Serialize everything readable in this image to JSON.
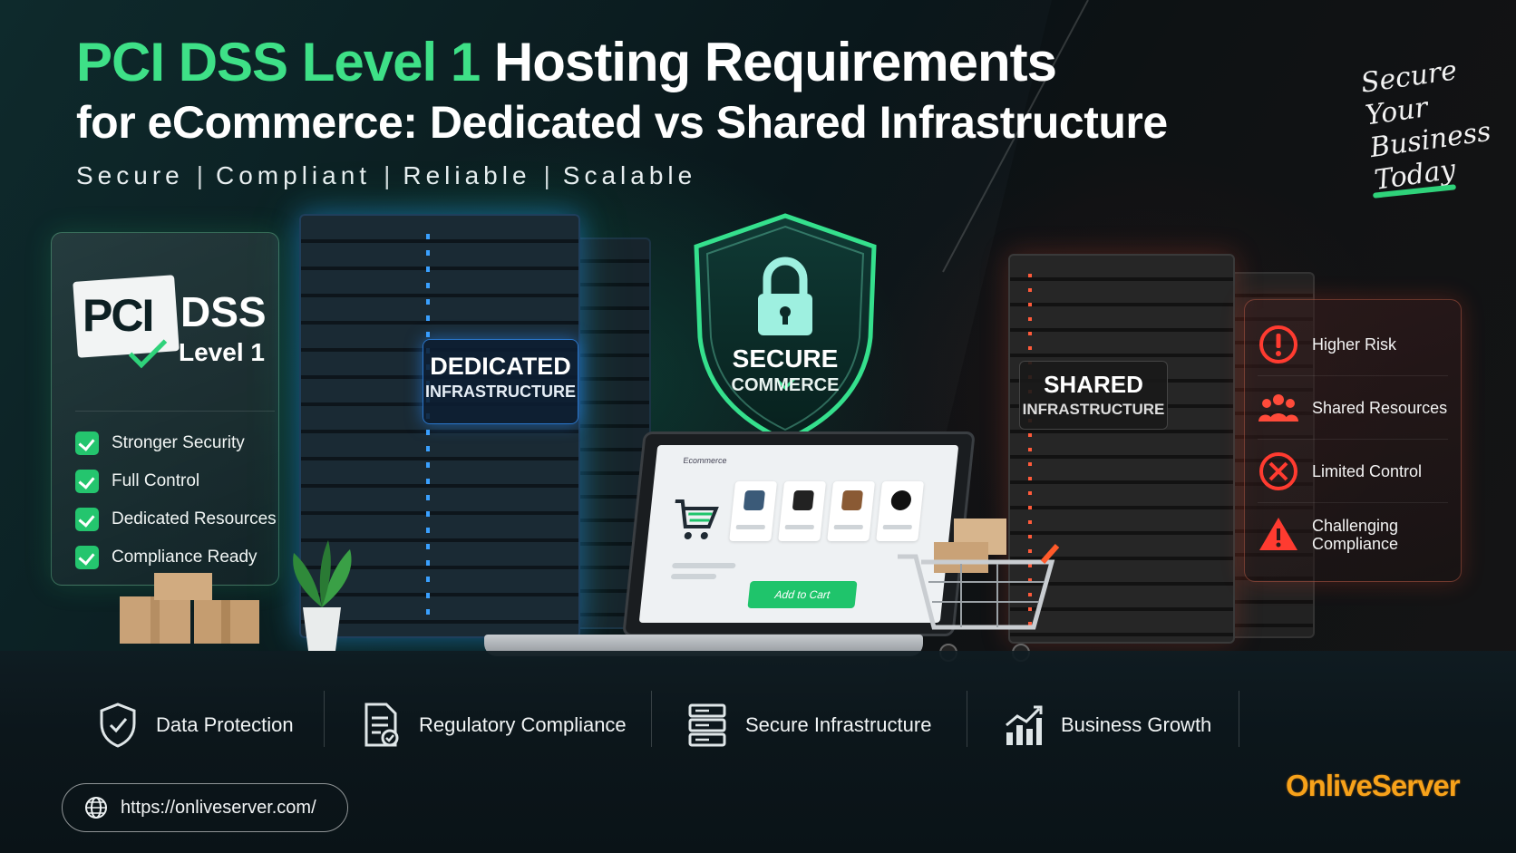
{
  "header": {
    "title_highlight": "PCI DSS Level 1",
    "title_rest": "Hosting Requirements",
    "subtitle": "for eCommerce: Dedicated vs Shared Infrastructure",
    "taglines": [
      "Secure",
      "Compliant",
      "Reliable",
      "Scalable"
    ],
    "separator": "|"
  },
  "note": {
    "lines": [
      "Secure",
      "Your",
      "Business",
      "Today"
    ]
  },
  "pci_panel": {
    "logo_pci": "PCI",
    "logo_dss": "DSS",
    "logo_level": "Level 1",
    "items": [
      "Stronger Security",
      "Full Control",
      "Dedicated Resources",
      "Compliance Ready"
    ]
  },
  "dedicated": {
    "line1": "DEDICATED",
    "line2": "INFRASTRUCTURE"
  },
  "shared": {
    "line1": "SHARED",
    "line2": "INFRASTRUCTURE"
  },
  "shield": {
    "line1": "SECURE",
    "line2": "COMMERCE"
  },
  "laptop": {
    "shop_name": "Ecommerce",
    "add_to_cart": "Add to Cart"
  },
  "risks": [
    {
      "label": "Higher Risk",
      "icon": "alert-circle-icon"
    },
    {
      "label": "Shared Resources",
      "icon": "users-icon"
    },
    {
      "label": "Limited Control",
      "icon": "cancel-circle-icon"
    },
    {
      "label": "Challenging Compliance",
      "icon": "warning-triangle-icon"
    }
  ],
  "features": [
    {
      "label": "Data Protection",
      "icon": "shield-check-icon"
    },
    {
      "label": "Regulatory Compliance",
      "icon": "document-check-icon"
    },
    {
      "label": "Secure Infrastructure",
      "icon": "server-stack-icon"
    },
    {
      "label": "Business Growth",
      "icon": "growth-chart-icon"
    }
  ],
  "footer": {
    "url": "https://onliveserver.com/",
    "brand": "OnliveServer"
  },
  "colors": {
    "accent_green": "#3ee087",
    "risk_red": "#ff3b30",
    "brand_orange": "#f7a21a",
    "dedicated_blue": "#2a75c9"
  }
}
